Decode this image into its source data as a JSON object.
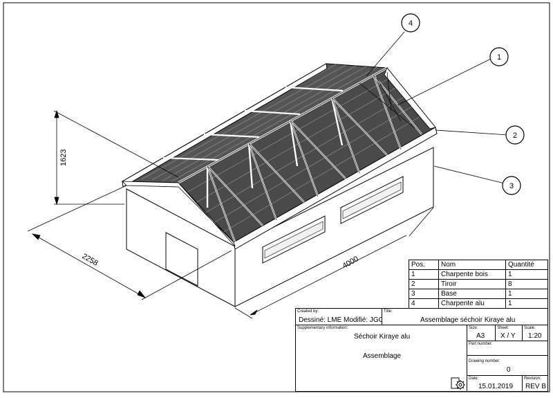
{
  "callouts": [
    "4",
    "1",
    "2",
    "3"
  ],
  "dimensions": {
    "height": "1623",
    "depth": "2258",
    "length": "4000"
  },
  "bom": {
    "headers": [
      "Pos.",
      "Nom",
      "Quantité"
    ],
    "rows": [
      [
        "1",
        "Charpente bois",
        "1"
      ],
      [
        "2",
        "Tiroir",
        "8"
      ],
      [
        "3",
        "Base",
        "1"
      ],
      [
        "4",
        "Charpente alu",
        "1"
      ]
    ]
  },
  "titleblock": {
    "created_by_label": "Created by:",
    "created_by": "Dessiné: LME  Modifié: JGO",
    "title_label": "Title:",
    "title": "Assemblage séchoir Kiraye alu",
    "supp_label": "Supplementary information:",
    "supp_line1": "Séchoir Kiraye alu",
    "supp_line2": "Assemblage",
    "size_label": "Size:",
    "size": "A3",
    "sheet_label": "Sheet:",
    "sheet": "X / Y",
    "scale_label": "Scale:",
    "scale": "1:20",
    "part_label": "Part number:",
    "part": "",
    "drawing_label": "Drawing number:",
    "drawing": "0",
    "date_label": "Date:",
    "date": "15.01.2019",
    "revision_label": "Revision:",
    "revision": "REV B"
  },
  "icons": {
    "logo": "gear-document-icon"
  }
}
